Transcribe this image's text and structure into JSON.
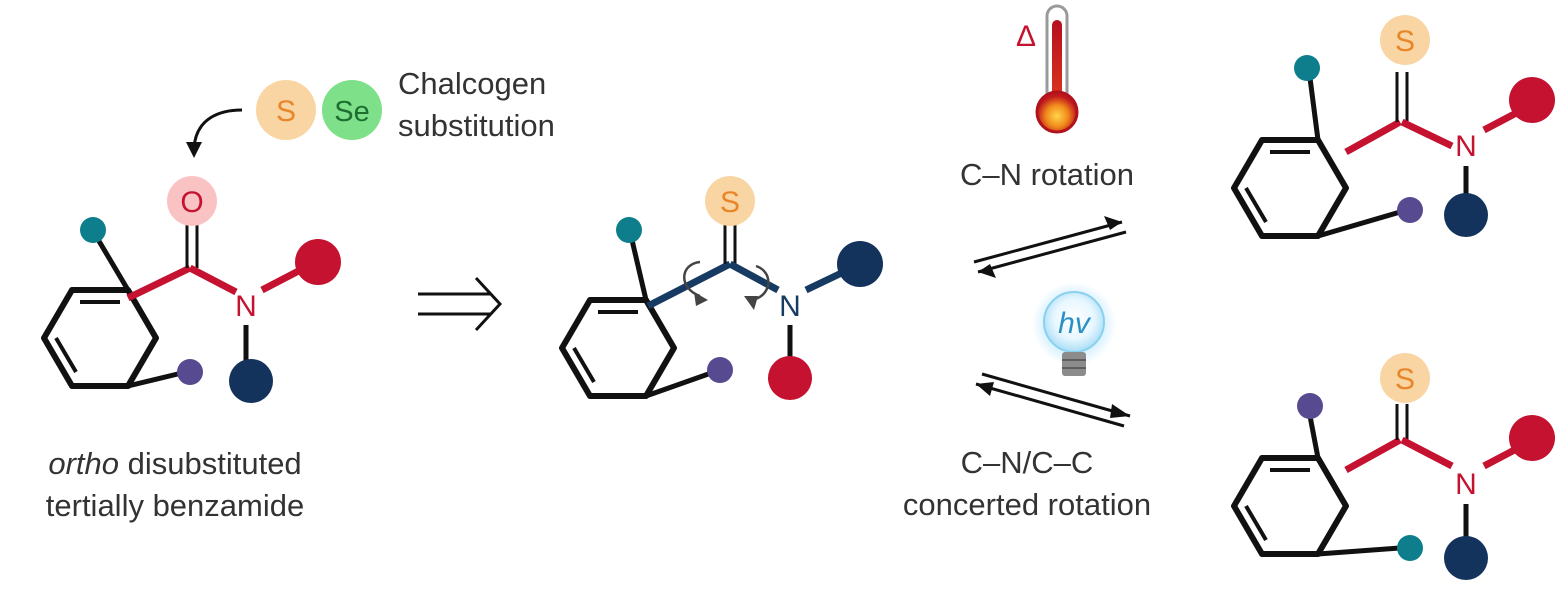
{
  "labels": {
    "reactant_line1_italic": "ortho",
    "reactant_line1_rest": " disubstituted",
    "reactant_line2": "tertially benzamide",
    "chalcogen_line1": "Chalcogen",
    "chalcogen_line2": "substitution",
    "thermal_label": "C–N rotation",
    "photo_label_line1": "C–N/C–C",
    "photo_label_line2": "concerted rotation",
    "heat_symbol": "Δ",
    "light_symbol": "hv"
  },
  "atoms": {
    "oxygen": "O",
    "sulfur": "S",
    "selenium": "Se",
    "nitrogen": "N"
  },
  "colors": {
    "bond_black": "#111111",
    "bond_red": "#c41230",
    "bond_navy": "#173a63",
    "substituent_teal": "#0e7e8c",
    "substituent_purple": "#574a91",
    "substituent_red": "#c41230",
    "substituent_navy": "#13325c",
    "sulfur_fill": "#f9d5a4",
    "sulfur_text": "#e8862a",
    "selenium_fill": "#7fe08a",
    "selenium_text": "#1d6f31",
    "oxygen_fill": "#f9c3c3",
    "oxygen_text": "#c41230",
    "nitrogen_text": "#c41230",
    "nitrogen_text_mid": "#173a63"
  },
  "icons": [
    "curved-arrow-icon",
    "retrosynthesis-arrow-icon",
    "equilibrium-arrow-icon",
    "thermometer-icon",
    "lightbulb-icon",
    "rotation-arrow-icon"
  ]
}
